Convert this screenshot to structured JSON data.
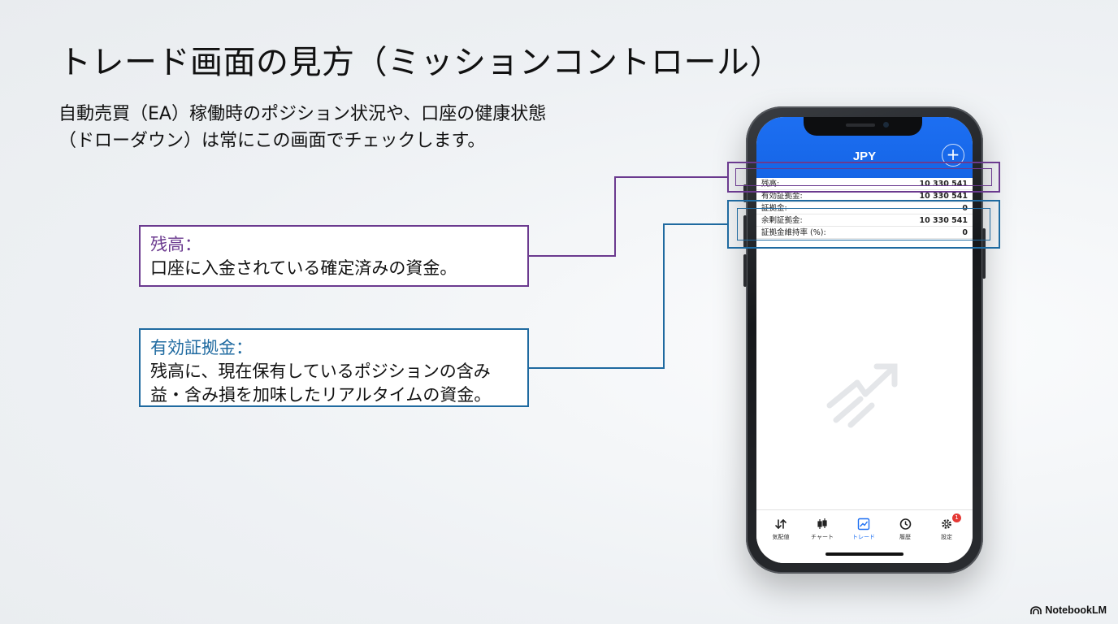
{
  "slide": {
    "title": "トレード画面の見方（ミッションコントロール）",
    "subtitle_line1": "自動売買（EA）稼働時のポジション状況や、口座の健康状態",
    "subtitle_line2": "（ドローダウン）は常にこの画面でチェックします。"
  },
  "callouts": {
    "balance": {
      "head": "残高：",
      "body": "口座に入金されている確定済みの資金。",
      "color": "#6b3a8f"
    },
    "equity": {
      "head": "有効証拠金：",
      "body1": "残高に、現在保有しているポジションの含み",
      "body2": "益・含み損を加味したリアルタイムの資金。",
      "color": "#1f6aa0"
    }
  },
  "phone": {
    "header_color": "#1d6ff2",
    "currency": "JPY",
    "add_icon": "plus-icon",
    "account_rows": [
      {
        "label": "残高:",
        "value": "10 330 541"
      },
      {
        "label": "有効証拠金:",
        "value": "10 330 541"
      },
      {
        "label": "証拠金:",
        "value": "0"
      },
      {
        "label": "余剰証拠金:",
        "value": "10 330 541"
      },
      {
        "label": "証拠金維持率 (%):",
        "value": "0"
      }
    ],
    "tabs": [
      {
        "label": "気配値",
        "icon": "arrows-updown-icon"
      },
      {
        "label": "チャート",
        "icon": "candlestick-icon"
      },
      {
        "label": "トレード",
        "icon": "trade-chart-icon",
        "active": true
      },
      {
        "label": "履歴",
        "icon": "history-icon"
      },
      {
        "label": "設定",
        "icon": "gear-icon",
        "badge": "1"
      }
    ]
  },
  "brand": "NotebookLM"
}
